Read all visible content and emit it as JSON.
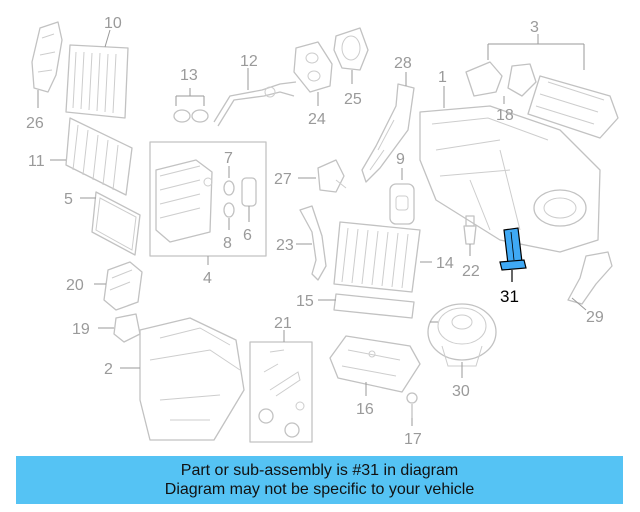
{
  "diagram": {
    "callouts": [
      "1",
      "2",
      "3",
      "4",
      "5",
      "6",
      "7",
      "8",
      "9",
      "10",
      "11",
      "12",
      "13",
      "14",
      "15",
      "16",
      "17",
      "18",
      "19",
      "20",
      "21",
      "22",
      "23",
      "24",
      "25",
      "26",
      "27",
      "28",
      "29",
      "30",
      "31"
    ],
    "highlighted_part": "31",
    "highlight_color": "#3fa9f5"
  },
  "banner": {
    "line1": "Part or sub-assembly is #31 in diagram",
    "line2": "Diagram may not be specific to your vehicle",
    "background": "#55c3f4"
  }
}
